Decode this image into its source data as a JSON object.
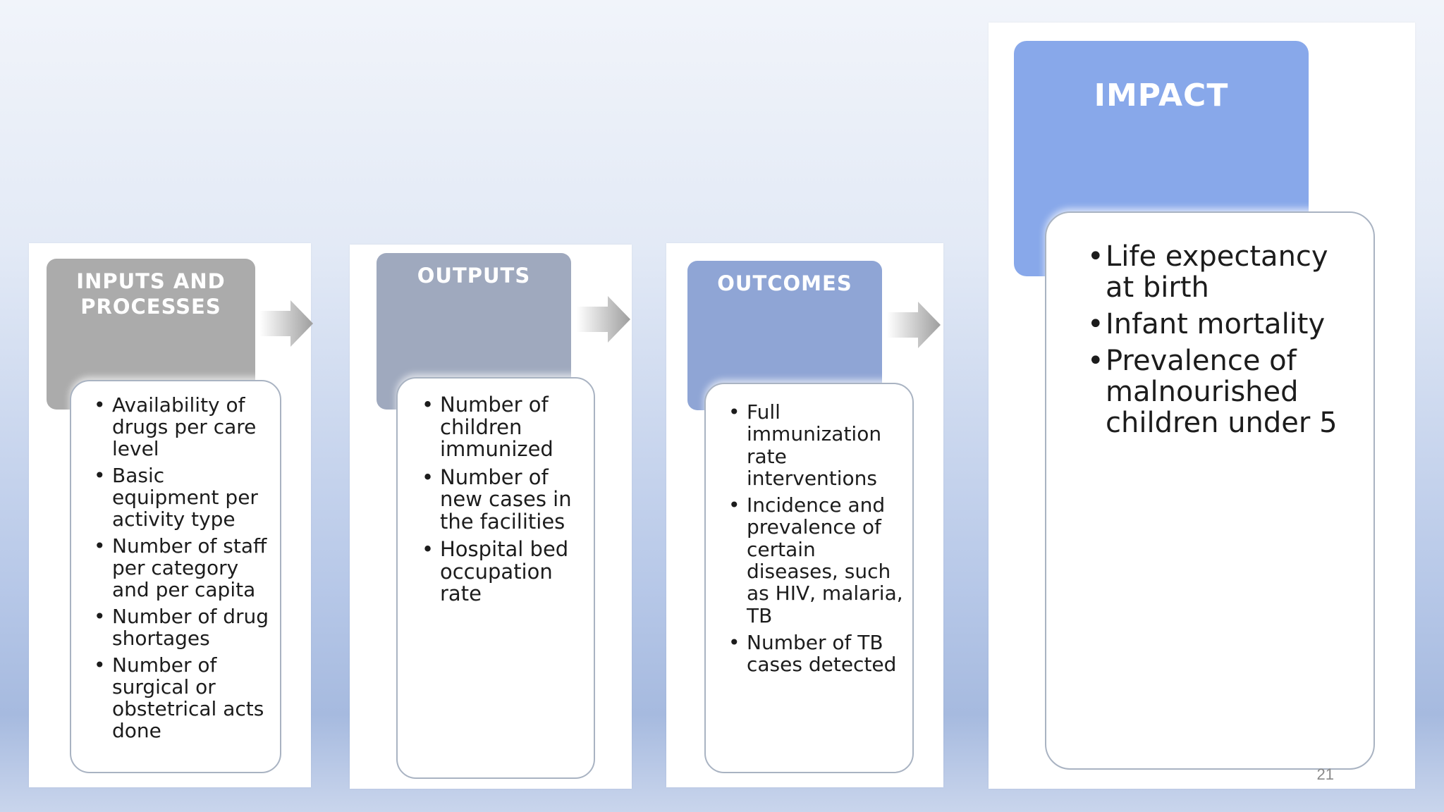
{
  "slide": {
    "page_number": "21"
  },
  "stages": [
    {
      "title_line1": "INPUTS AND",
      "title_line2": "PROCESSES",
      "color": "#ababab",
      "items": [
        "Availability of drugs per care level",
        "Basic equipment per activity type",
        "Number of staff per category and per capita",
        "Number of drug shortages",
        "Number of surgical or obstetrical acts done"
      ]
    },
    {
      "title_line1": "OUTPUTS",
      "color": "#9fa9be",
      "items": [
        "Number of children immunized",
        "Number of new cases in the facilities",
        "Hospital bed occupation rate"
      ]
    },
    {
      "title_line1": "OUTCOMES",
      "color": "#8fa5d5",
      "items": [
        "Full immunization rate interventions",
        "Incidence and prevalence of certain diseases, such as HIV, malaria, TB",
        "Number of TB cases detected"
      ]
    },
    {
      "title_line1": "IMPACT",
      "color": "#88a8ea",
      "items": [
        "Life expectancy at birth",
        "Infant mortality",
        "Prevalence of malnourished children under 5"
      ]
    }
  ]
}
